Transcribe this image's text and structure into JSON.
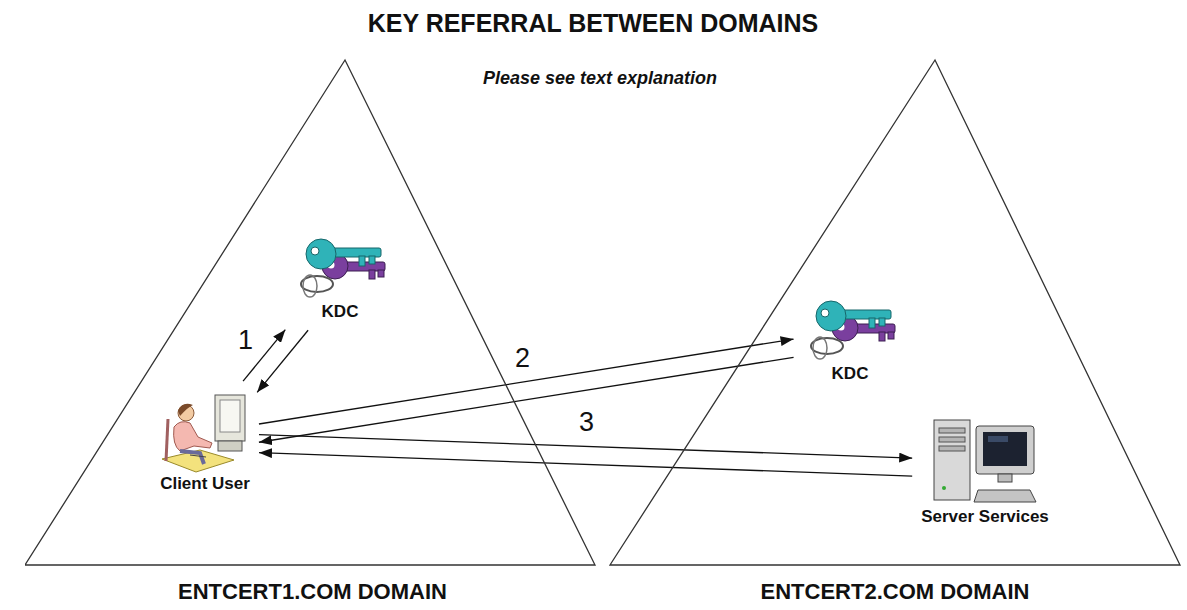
{
  "diagram": {
    "title": "KEY REFERRAL BETWEEN DOMAINS",
    "nodes": [
      {
        "text": [
          "ENTCERT1.COM DOMAIN"
        ]
      },
      {
        "text": [
          "KDC"
        ],
        "in": 0
      },
      {
        "text": [
          "Client User"
        ],
        "in": 0
      },
      {
        "text": [
          "ENTCERT2.COM DOMAIN"
        ]
      },
      {
        "text": [
          "KDC"
        ],
        "in": 3
      },
      {
        "text": [
          "Server Services"
        ],
        "in": 3
      }
    ],
    "edges": [
      {
        "from": 2,
        "to": 1,
        "arrow": "to",
        "label": "1"
      },
      {
        "from": 1,
        "to": 2,
        "arrow": "to"
      },
      {
        "from": 2,
        "to": 4,
        "arrow": "to",
        "label": "2"
      },
      {
        "from": 4,
        "to": 2,
        "arrow": "to"
      },
      {
        "from": 2,
        "to": 5,
        "arrow": "to",
        "label": "3"
      },
      {
        "from": 5,
        "to": 2,
        "arrow": "to"
      }
    ],
    "labels": [
      "Please see text explanation"
    ]
  }
}
